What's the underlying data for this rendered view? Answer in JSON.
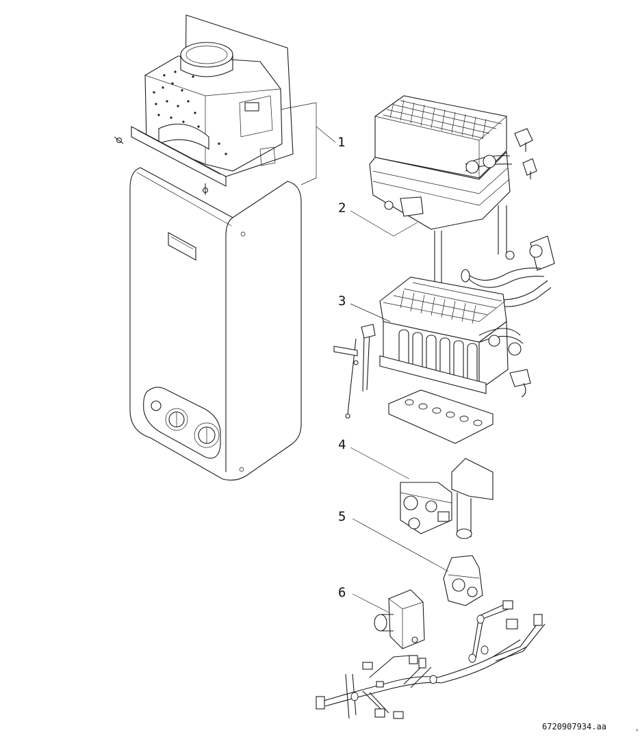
{
  "callouts": [
    {
      "number": "1",
      "part": "combustion-chamber-hood"
    },
    {
      "number": "2",
      "part": "heat-exchanger"
    },
    {
      "number": "3",
      "part": "burner-assembly"
    },
    {
      "number": "4",
      "part": "gas-water-valve"
    },
    {
      "number": "5",
      "part": "gas-valve"
    },
    {
      "number": "6",
      "part": "electronic-control-and-wiring"
    }
  ],
  "document_id": "6720907934.aa"
}
